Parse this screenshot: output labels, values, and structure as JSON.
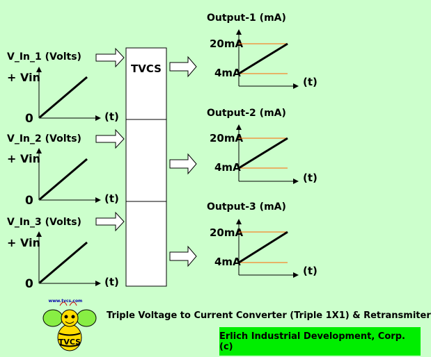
{
  "inputs": [
    {
      "title": "V_In_1 (Volts)",
      "ymax_label": "+ Vin",
      "ymin_label": "0",
      "x_label": "(t)"
    },
    {
      "title": "V_In_2 (Volts)",
      "ymax_label": "+ Vin",
      "ymin_label": "0",
      "x_label": "(t)"
    },
    {
      "title": "V_In_3 (Volts)",
      "ymax_label": "+ Vin",
      "ymin_label": "0",
      "x_label": "(t)"
    }
  ],
  "converter": {
    "label": "TVCS"
  },
  "outputs": [
    {
      "title": "Output-1 (mA)",
      "high_label": "20mA",
      "low_label": "4mA",
      "x_label": "(t)"
    },
    {
      "title": "Output-2 (mA)",
      "high_label": "20mA",
      "low_label": "4mA",
      "x_label": "(t)"
    },
    {
      "title": "Output-3 (mA)",
      "high_label": "20mA",
      "low_label": "4mA",
      "x_label": "(t)"
    }
  ],
  "logo": {
    "text": "TVCS",
    "url_text": "www.tvcs.com"
  },
  "caption": "Triple Voltage to Current Converter (Triple 1X1) & Retransmiter",
  "company": "Erlich Industrial Development, Corp. (c)",
  "colors": {
    "background": "#ccffcc",
    "footer": "#00ee00",
    "level_line": "#ff6600",
    "axis": "#000000"
  }
}
